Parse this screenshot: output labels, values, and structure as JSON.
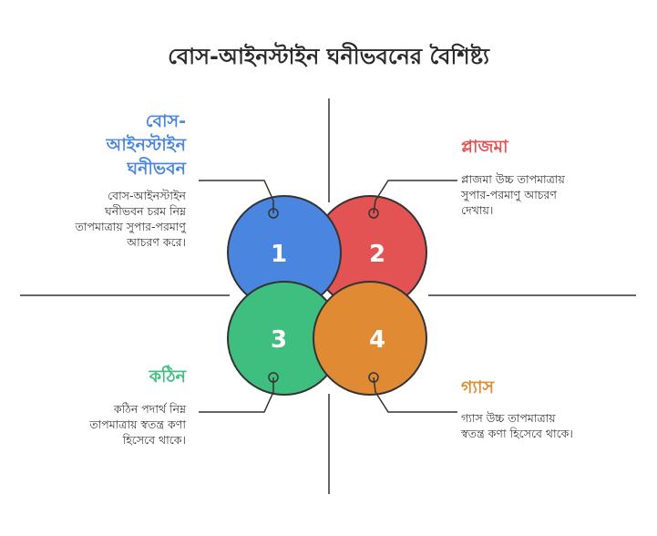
{
  "title": "বোস-আইনস্টাইন ঘনীভবনের বৈশিষ্ট্য",
  "colors": {
    "blue": "#4a86e0",
    "red": "#e35353",
    "green": "#3fbf7f",
    "orange": "#e08a33",
    "stroke": "#333333"
  },
  "quadrants": [
    {
      "number": "1",
      "heading_lines": [
        "বোস-",
        "আইনস্টাইন",
        "ঘনীভবন"
      ],
      "desc_lines": [
        "বোস-আইনস্টাইন",
        "ঘনীভবন চরম নিম্ন",
        "তাপমাত্রায় সুপার-পরমাণু",
        "আচরণ করে।"
      ]
    },
    {
      "number": "2",
      "heading_lines": [
        "প্লাজমা"
      ],
      "desc_lines": [
        "প্লাজমা উচ্চ তাপমাত্রায়",
        "সুপার-পরমাণু আচরণ",
        "দেখায়।"
      ]
    },
    {
      "number": "3",
      "heading_lines": [
        "কঠিন"
      ],
      "desc_lines": [
        "কঠিন পদার্থ নিম্ন",
        "তাপমাত্রায় স্বতন্ত্র কণা",
        "হিসেবে থাকে।"
      ]
    },
    {
      "number": "4",
      "heading_lines": [
        "গ্যাস"
      ],
      "desc_lines": [
        "গ্যাস উচ্চ তাপমাত্রায়",
        "স্বতন্ত্র কণা হিসেবে থাকে।"
      ]
    }
  ]
}
